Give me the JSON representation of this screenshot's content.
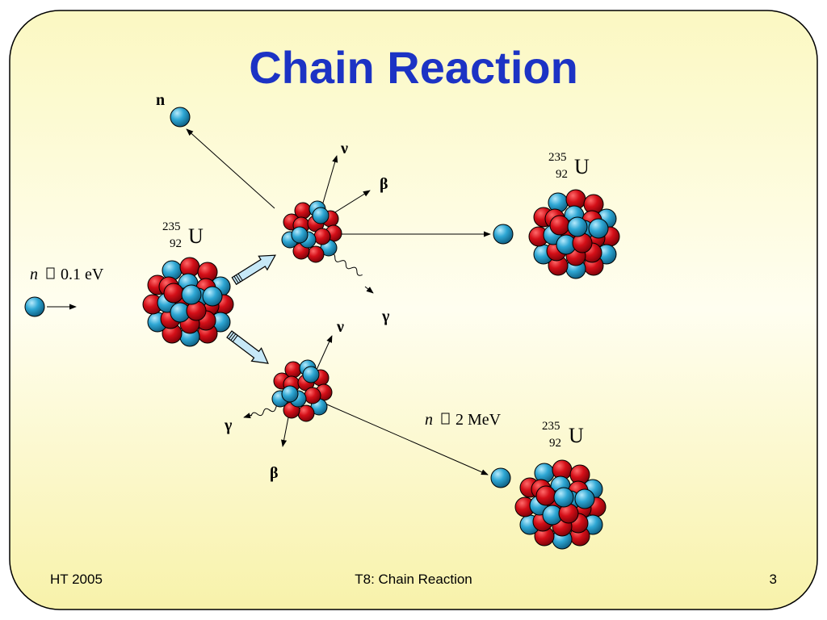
{
  "slide": {
    "title": "Chain Reaction",
    "footer_left": "HT 2005",
    "footer_center": "T8: Chain Reaction",
    "page_number": "3"
  },
  "diagram": {
    "neutron_label": "n",
    "nu": "ν",
    "beta": "β",
    "gamma": "γ",
    "uranium": {
      "mass": "235",
      "atomic": "92",
      "symbol": "U"
    },
    "slow_neutron": {
      "symbol": "n",
      "approx": "",
      "energy": "0.1 eV"
    },
    "fast_neutron": {
      "symbol": "n",
      "approx": "",
      "energy": "2 MeV"
    }
  },
  "colors": {
    "title": "#1c33c4",
    "proton": "#d0111b",
    "neutron": "#27a4d3",
    "background_top": "#fbf8c4",
    "background_bottom": "#f7f1a8"
  }
}
